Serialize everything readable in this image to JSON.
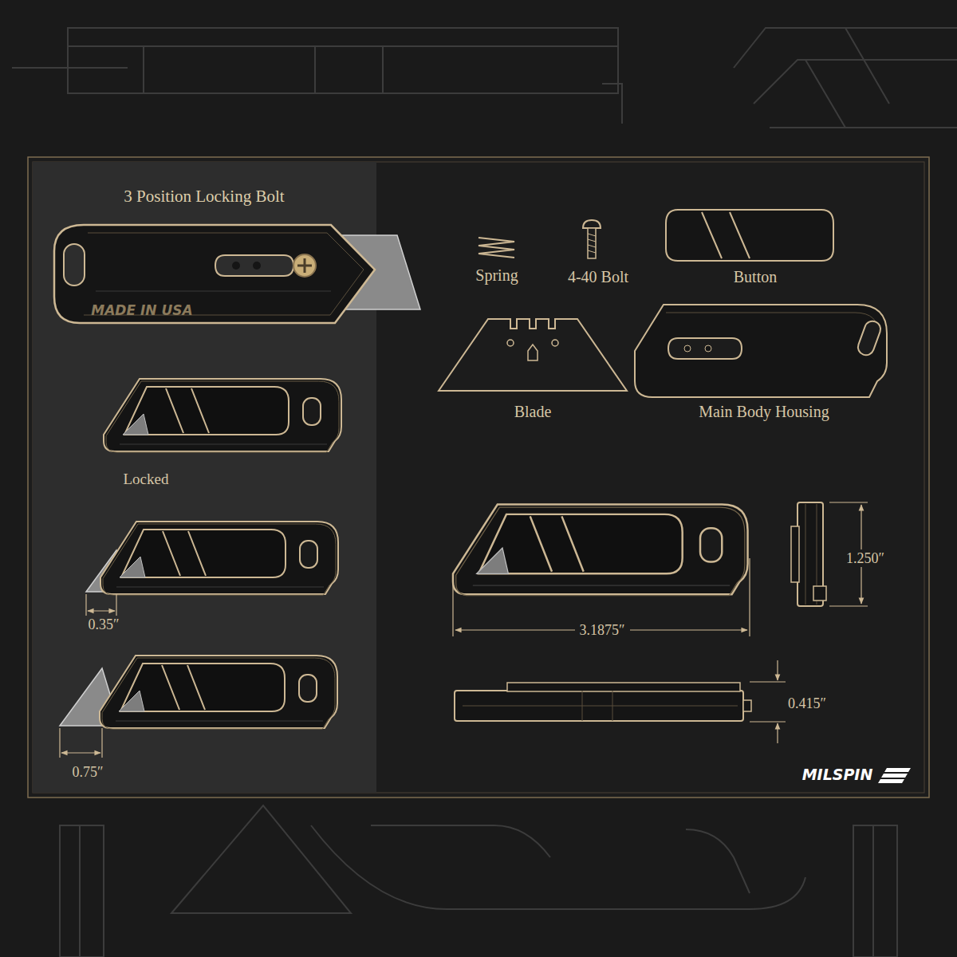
{
  "diagram": {
    "labels": [
      "3 Position Locking Bolt",
      "MADE IN USA",
      "Locked",
      "0.35″",
      "0.75″",
      "Spring",
      "4-40 Bolt",
      "Button",
      "Blade",
      "Main Body Housing",
      "3.1875″",
      "1.250″",
      "0.415″",
      "MILSPIN"
    ]
  }
}
